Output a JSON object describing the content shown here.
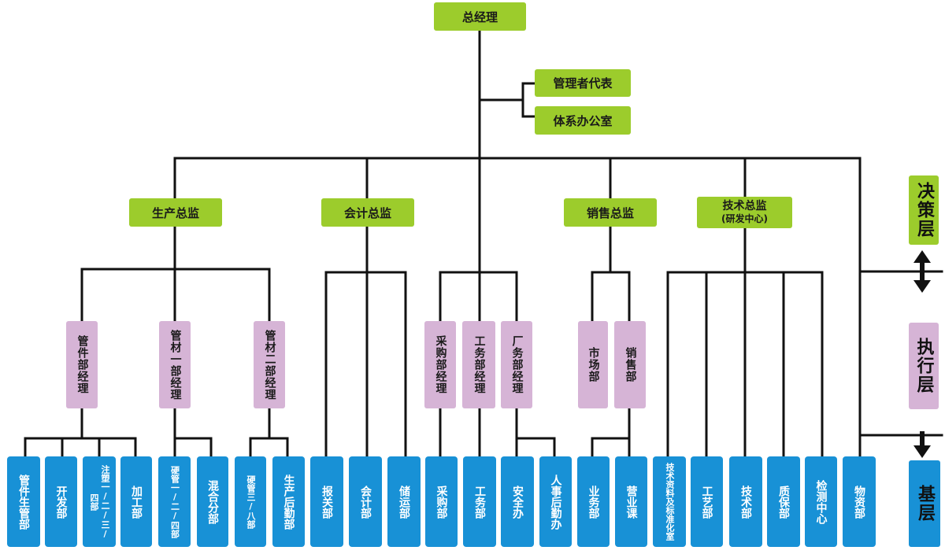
{
  "top": {
    "gm": "总经理"
  },
  "staff": {
    "rep": "管理者代表",
    "office": "体系办公室"
  },
  "directors": {
    "production": "生产总监",
    "accounting": "会计总监",
    "sales": "销售总监",
    "tech_line1": "技术总监",
    "tech_line2": "(研发中心)"
  },
  "managers": {
    "pipe_fittings": "管件部经理",
    "pipe1": "管材一部经理",
    "pipe2": "管材二部经理",
    "purchasing_mgr": "采购部经理",
    "engineering_mgr": "工务部经理",
    "factory_mgr": "厂务部经理",
    "market_dept": "市场部",
    "sales_dept": "销售部"
  },
  "departments": {
    "d1": "管件生管部",
    "d2": "开发部",
    "d3": "注塑一/二/三/四部",
    "d4": "加工部",
    "d5": "硬管一/二/四部",
    "d6": "混合分部",
    "d7": "硬管三/八部",
    "d8": "生产后勤部",
    "d9": "报关部",
    "d10": "会计部",
    "d11": "储运部",
    "d12": "采购部",
    "d13": "工务部",
    "d14": "安全办",
    "d15": "人事后勤办",
    "d16": "业务部",
    "d17": "营业课",
    "d18": "技术资料及标准化室",
    "d19": "工艺部",
    "d20": "技术部",
    "d21": "质保部",
    "d22": "检测中心",
    "d23": "物资部"
  },
  "layers": {
    "decision": "决策层",
    "execution": "执行层",
    "base": "基层"
  }
}
